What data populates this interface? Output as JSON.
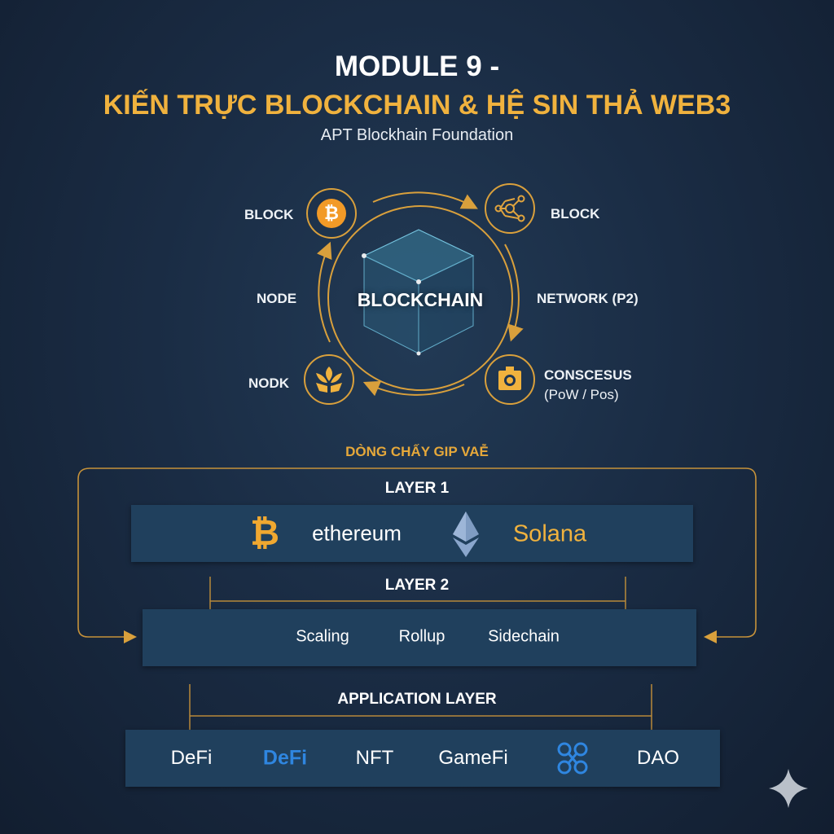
{
  "header": {
    "title_line1": "MODULE 9 -",
    "title_line2": "KIẾN TRỰC BLOCKCHAIN & HỆ SIN THẢ WEB3",
    "subtitle": "APT Blockhain Foundation"
  },
  "cycle": {
    "center_label": "BLOCKCHAIN",
    "labels": {
      "top_left": "BLOCK",
      "top_right": "BLOCK",
      "left": "NODE",
      "right": "NETWORK (P2)",
      "bottom_left": "NODK",
      "bottom_right_line1": "CONSCESUS",
      "bottom_right_line2": "(PoW / Pos)"
    }
  },
  "flow_title": "DÒNG CHẤY GIP VAỄ",
  "layer1": {
    "title": "LAYER 1",
    "items": [
      "ethereum",
      "Solana"
    ],
    "bitcoin_glyph": "₿"
  },
  "layer2": {
    "title": "LAYER 2",
    "items": [
      "Scaling",
      "Rollup",
      "Sidechain"
    ]
  },
  "app_layer": {
    "title": "APPLICATION LAYER",
    "items": [
      "DeFi",
      "DeFi",
      "NFT",
      "GameFi",
      "DAO"
    ]
  },
  "colors": {
    "gold": "#f0b23e",
    "bg": "#1a2c44",
    "box": "#20405d",
    "blue": "#2f86e0"
  }
}
